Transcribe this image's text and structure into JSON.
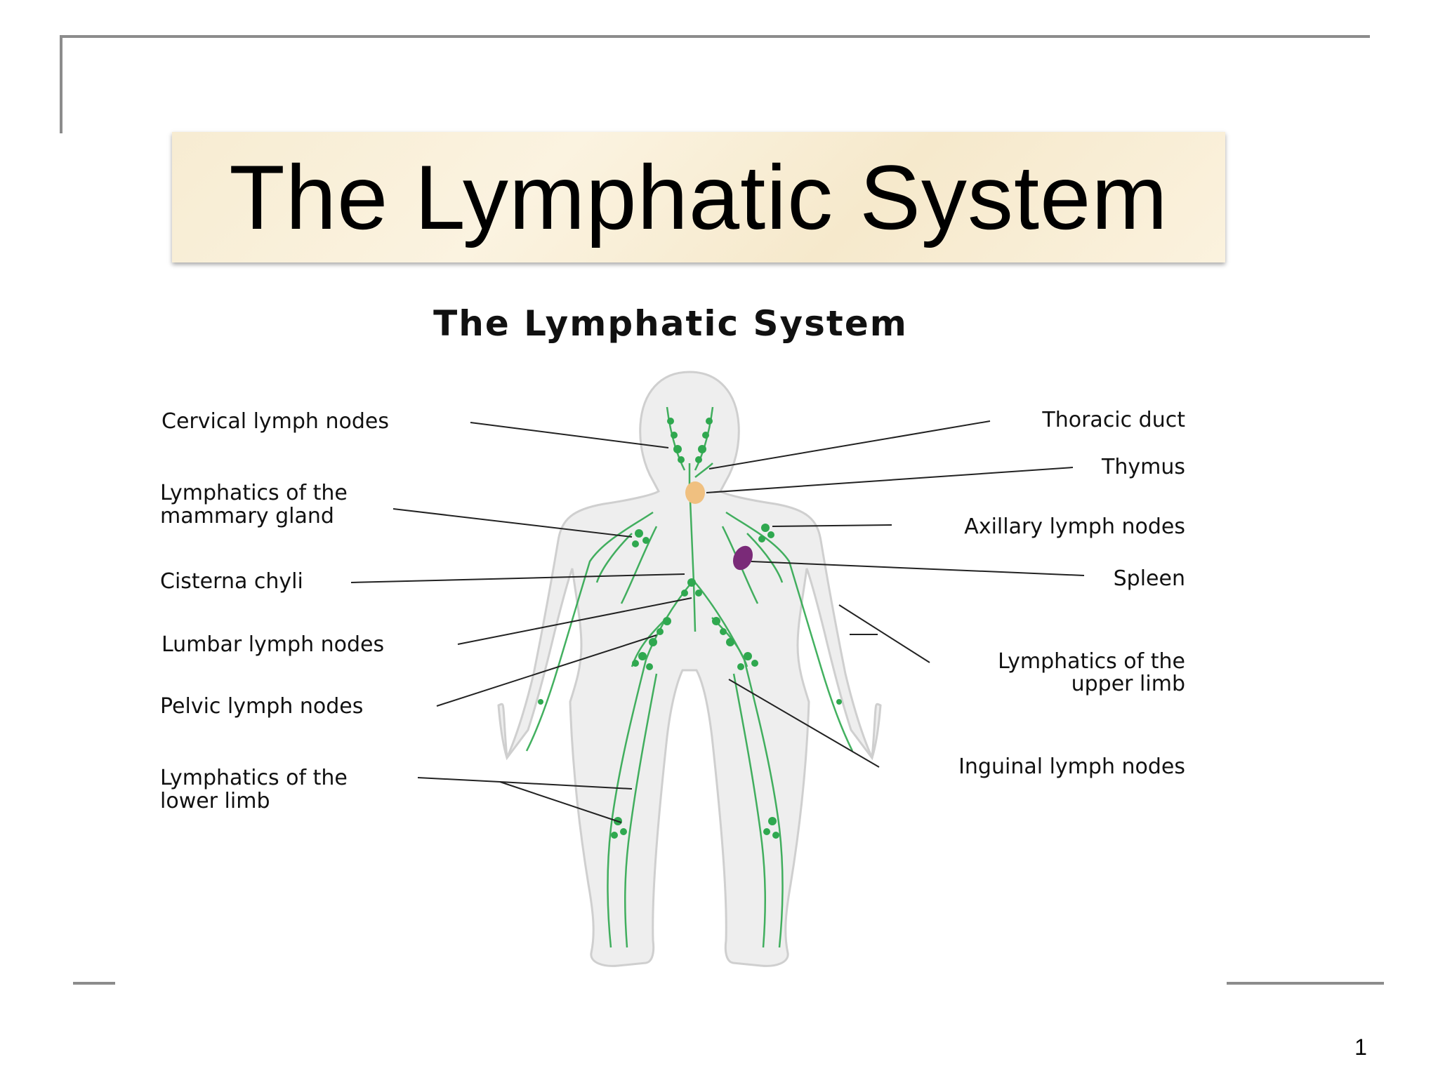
{
  "slide": {
    "title": "The Lymphatic System",
    "page_number": "1"
  },
  "diagram": {
    "title": "The Lymphatic System",
    "labels_left": {
      "cervical": "Cervical lymph nodes",
      "mammary_l1": "Lymphatics of the",
      "mammary_l2": "mammary gland",
      "cisterna": "Cisterna chyli",
      "lumbar": "Lumbar lymph nodes",
      "pelvic": "Pelvic lymph nodes",
      "lower_l1": "Lymphatics of the",
      "lower_l2": "lower limb"
    },
    "labels_right": {
      "thoracic": "Thoracic duct",
      "thymus": "Thymus",
      "axillary": "Axillary lymph nodes",
      "spleen": "Spleen",
      "upper_l1": "Lymphatics of the",
      "upper_l2": "upper limb",
      "inguinal": "Inguinal lymph nodes"
    }
  },
  "colors": {
    "lymph_green": "#2fa84f",
    "spleen_purple": "#7a2a78",
    "thymus_orange": "#f0c080",
    "body_fill": "#eeeeee",
    "frame_gray": "#8c8c8c"
  }
}
